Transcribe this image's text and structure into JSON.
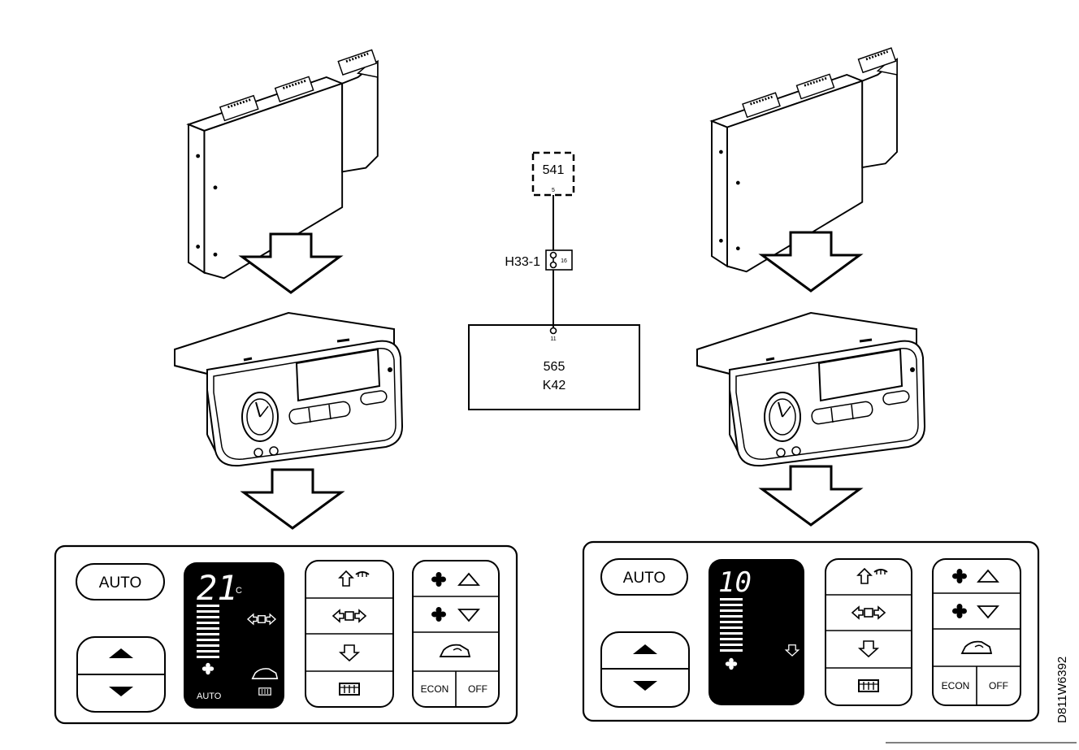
{
  "schematic": {
    "top_box_label": "541",
    "top_box_pin": "5",
    "connector_label": "H33-1",
    "connector_pin": "16",
    "bottom_box_pin": "11",
    "bottom_box_line1": "565",
    "bottom_box_line2": "K42"
  },
  "left_panel": {
    "auto_label": "AUTO",
    "temp_display": "21",
    "temp_unit": "C",
    "display_mode": "AUTO",
    "econ_label": "ECON",
    "off_label": "OFF"
  },
  "right_panel": {
    "auto_label": "AUTO",
    "temp_display": "10",
    "econ_label": "ECON",
    "off_label": "OFF"
  },
  "reference_code": "D811W6392",
  "icons": [
    "ecu-module-icon",
    "arrow-down-icon",
    "climate-head-unit-icon",
    "fan-icon",
    "triangle-up-icon",
    "triangle-down-icon",
    "recirculation-icon",
    "windscreen-defrost-icon",
    "rear-defrost-icon",
    "air-vent-icon"
  ]
}
